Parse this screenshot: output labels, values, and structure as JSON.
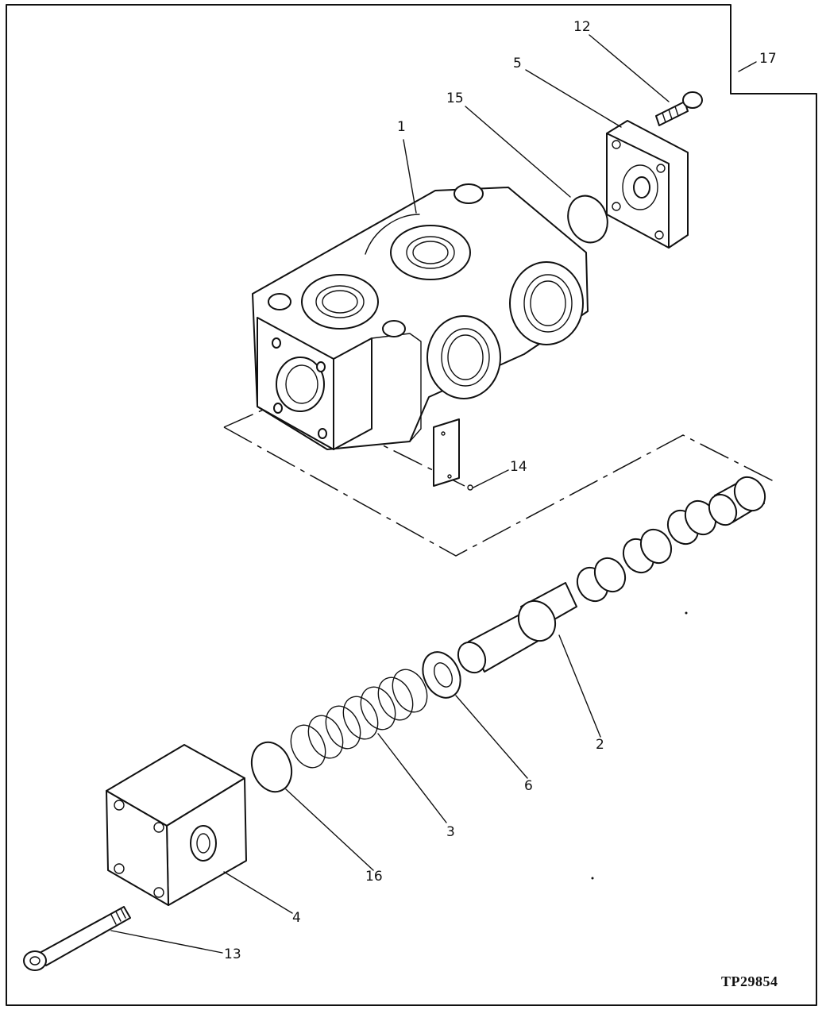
{
  "figure_ref": "TP29854",
  "callouts": {
    "c1": "1",
    "c2": "2",
    "c3": "3",
    "c4": "4",
    "c5": "5",
    "c6": "6",
    "c12": "12",
    "c13": "13",
    "c14": "14",
    "c15": "15",
    "c16": "16",
    "c17": "17"
  }
}
